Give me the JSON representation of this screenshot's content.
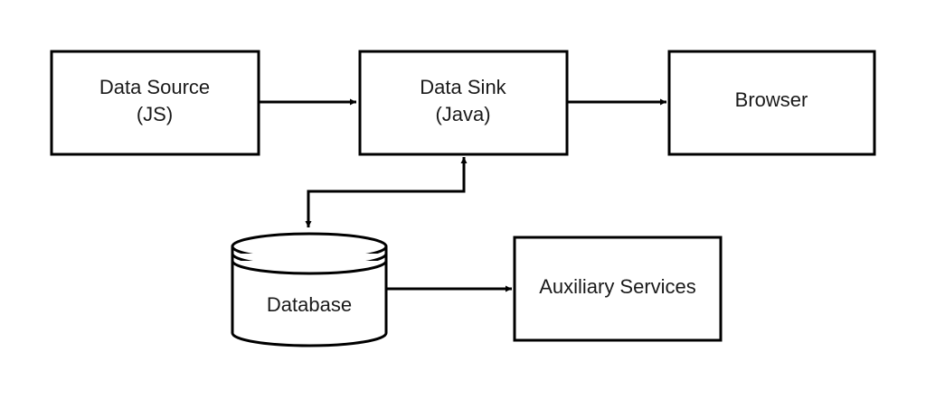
{
  "nodes": {
    "data_source": {
      "line1": "Data Source",
      "line2": "(JS)"
    },
    "data_sink": {
      "line1": "Data Sink",
      "line2": "(Java)"
    },
    "browser": {
      "label": "Browser"
    },
    "database": {
      "label": "Database"
    },
    "auxiliary_services": {
      "label": "Auxiliary Services"
    }
  },
  "edges": [
    {
      "from": "data_source",
      "to": "data_sink",
      "direction": "forward"
    },
    {
      "from": "data_sink",
      "to": "browser",
      "direction": "forward"
    },
    {
      "from": "data_sink",
      "to": "database",
      "direction": "both"
    },
    {
      "from": "database",
      "to": "auxiliary_services",
      "direction": "forward"
    }
  ],
  "colors": {
    "stroke": "#000000",
    "fill": "#ffffff",
    "text": "#1a1a1a"
  }
}
